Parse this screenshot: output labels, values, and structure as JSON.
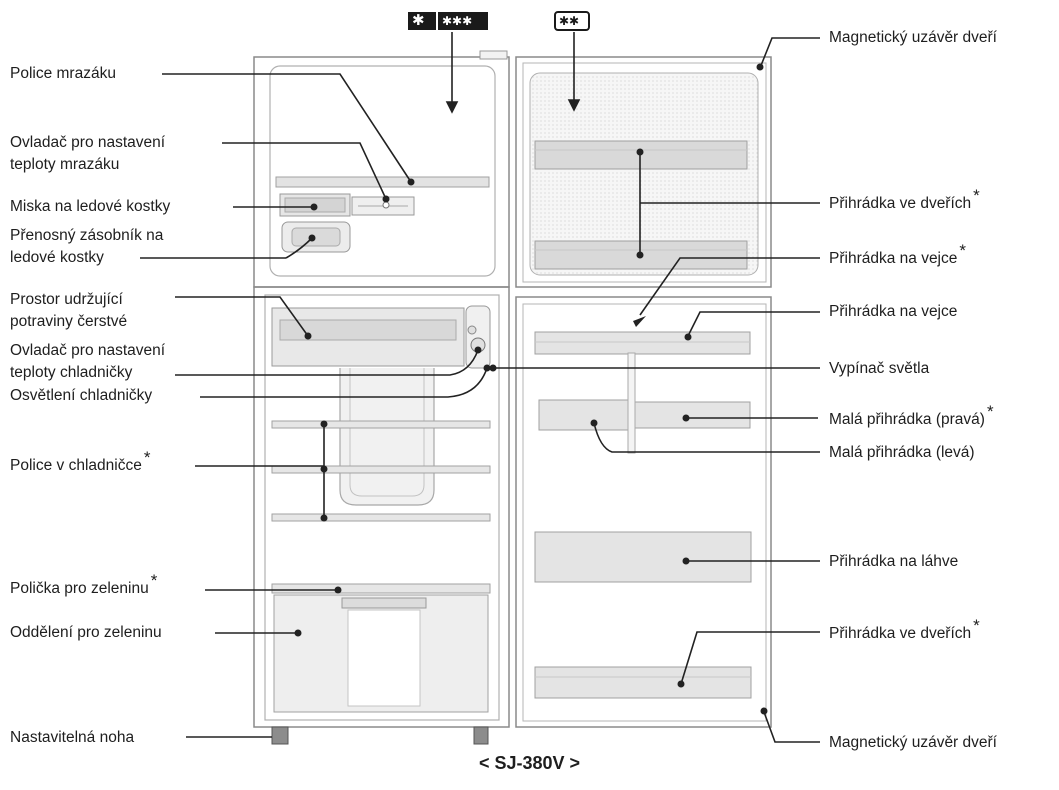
{
  "freezer_rating_left": {
    "single": "✱",
    "triple": "✱✱✱"
  },
  "freezer_rating_right": {
    "double": "✱✱"
  },
  "labels_left": {
    "freezer_shelf": "Police mrazáku",
    "freezer_temp_control_1": "Ovladač pro nastavení",
    "freezer_temp_control_2": "teploty mrazáku",
    "ice_tray": "Miska na ledové kostky",
    "ice_box_1": "Přenosný zásobník na",
    "ice_box_2": "ledové kostky",
    "fresh_zone_1": "Prostor udržující",
    "fresh_zone_2": "potraviny čerstvé",
    "fridge_temp_control_1": "Ovladač pro nastavení",
    "fridge_temp_control_2": "teploty chladničky",
    "fridge_light": "Osvětlení chladničky",
    "fridge_shelves": "Police v chladničce",
    "veg_shelf": "Polička pro zeleninu",
    "veg_drawer": "Oddělení pro zeleninu",
    "adjustable_foot": "Nastavitelná noha"
  },
  "labels_right": {
    "magnetic_seal_top": "Magnetický uzávěr dveří",
    "door_pocket_top": "Přihrádka ve dveřích",
    "egg_tray_top": "Přihrádka na vejce",
    "egg_tray": "Přihrádka na vejce",
    "light_switch": "Vypínač světla",
    "small_pocket_right": "Malá přihrádka (pravá)",
    "small_pocket_left": "Malá přihrádka (levá)",
    "bottle_pocket": "Přihrádka na láhve",
    "door_pocket_bottom": "Přihrádka ve dveřích",
    "magnetic_seal_bottom": "Magnetický uzávěr dveří"
  },
  "asterisk": "*",
  "model": "< SJ-380V >"
}
